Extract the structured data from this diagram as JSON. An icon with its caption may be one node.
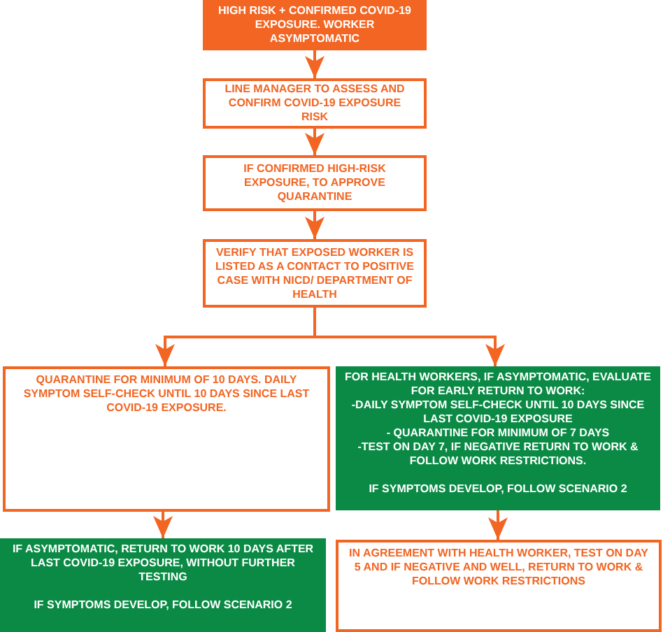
{
  "diagram": {
    "nodes": [
      {
        "text": [
          "HIGH RISK + CONFIRMED COVID-19 EXPOSURE. WORKER ASYMPTOMATIC"
        ]
      },
      {
        "text": [
          "LINE MANAGER TO ASSESS AND CONFIRM COVID-19 EXPOSURE RISK"
        ]
      },
      {
        "text": [
          "IF CONFIRMED HIGH-RISK EXPOSURE, TO APPROVE QUARANTINE"
        ]
      },
      {
        "text": [
          "VERIFY THAT EXPOSED WORKER IS LISTED AS A CONTACT TO POSITIVE CASE WITH NICD/ DEPARTMENT OF HEALTH"
        ]
      },
      {
        "text": [
          "QUARANTINE FOR MINIMUM OF 10 DAYS. DAILY SYMPTOM SELF-CHECK UNTIL 10 DAYS SINCE LAST COVID-19 EXPOSURE."
        ]
      },
      {
        "text": [
          "FOR HEALTH WORKERS, IF ASYMPTOMATIC, EVALUATE FOR EARLY RETURN TO WORK:",
          "-DAILY SYMPTOM SELF-CHECK UNTIL 10 DAYS SINCE LAST COVID-19 EXPOSURE",
          "- QUARANTINE FOR MINIMUM OF 7 DAYS",
          "-TEST ON DAY 7, IF NEGATIVE RETURN TO WORK & FOLLOW WORK RESTRICTIONS.",
          "IF SYMPTOMS DEVELOP, FOLLOW SCENARIO 2"
        ]
      },
      {
        "text": [
          "IF ASYMPTOMATIC, RETURN TO WORK 10 DAYS AFTER LAST COVID-19 EXPOSURE, WITHOUT FURTHER TESTING",
          "IF SYMPTOMS DEVELOP, FOLLOW SCENARIO 2"
        ]
      },
      {
        "text": [
          "IN AGREEMENT WITH HEALTH WORKER, TEST ON DAY 5 AND IF NEGATIVE AND WELL, RETURN TO WORK & FOLLOW WORK RESTRICTIONS"
        ]
      }
    ],
    "edges": [
      {
        "from": 0,
        "to": 1,
        "arrow": "to"
      },
      {
        "from": 1,
        "to": 2,
        "arrow": "to"
      },
      {
        "from": 2,
        "to": 3,
        "arrow": "to"
      },
      {
        "from": 3,
        "to": 4,
        "arrow": "to"
      },
      {
        "from": 3,
        "to": 5,
        "arrow": "to"
      },
      {
        "from": 4,
        "to": 6,
        "arrow": "to"
      },
      {
        "from": 5,
        "to": 7,
        "arrow": "to"
      }
    ]
  }
}
